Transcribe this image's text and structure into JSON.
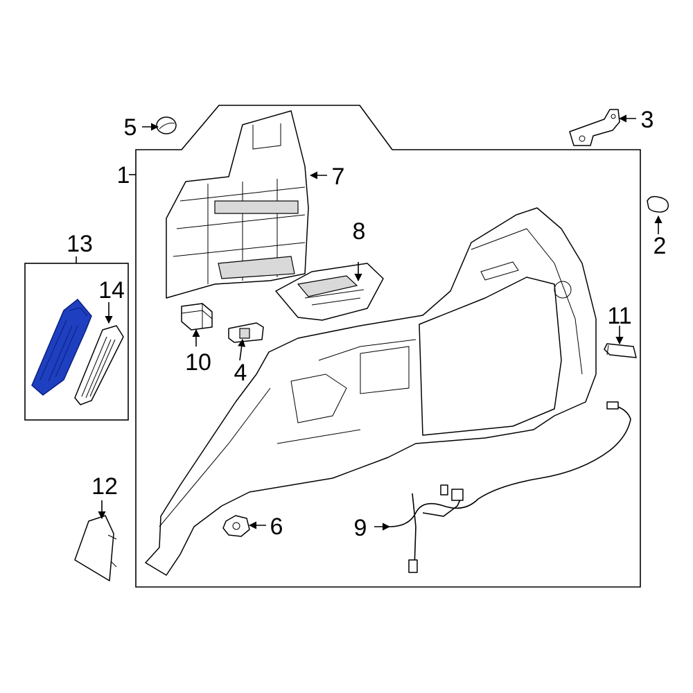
{
  "diagram": {
    "callouts": [
      {
        "id": "c1",
        "label": "1"
      },
      {
        "id": "c2",
        "label": "2"
      },
      {
        "id": "c3",
        "label": "3"
      },
      {
        "id": "c4",
        "label": "4"
      },
      {
        "id": "c5",
        "label": "5"
      },
      {
        "id": "c6",
        "label": "6"
      },
      {
        "id": "c7",
        "label": "7"
      },
      {
        "id": "c8",
        "label": "8"
      },
      {
        "id": "c9",
        "label": "9"
      },
      {
        "id": "c10",
        "label": "10"
      },
      {
        "id": "c11",
        "label": "11"
      },
      {
        "id": "c12",
        "label": "12"
      },
      {
        "id": "c13",
        "label": "13"
      },
      {
        "id": "c14",
        "label": "14"
      }
    ],
    "colors": {
      "line": "#000000",
      "background": "#ffffff",
      "highlight": "#1e3fbf",
      "highlight_dark": "#0a1f80"
    },
    "highlighted_part": "13"
  }
}
